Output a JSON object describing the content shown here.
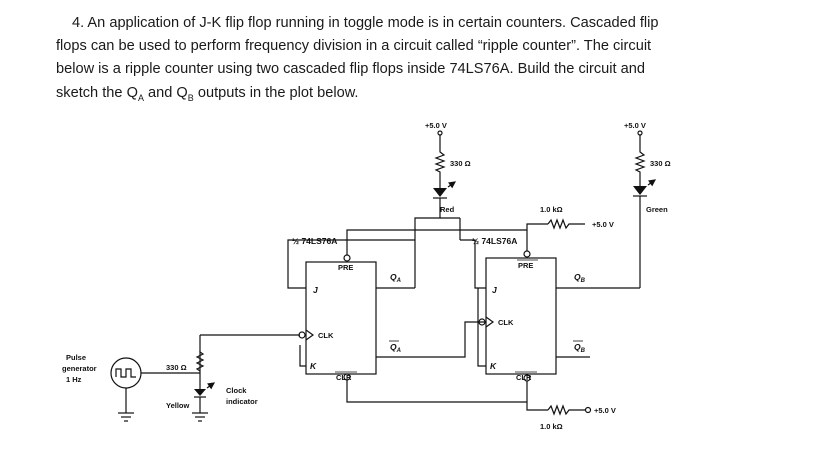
{
  "question": {
    "line1": "4. An application of J-K flip flop running in toggle mode is in certain counters. Cascaded flip",
    "line2": "flops can be used to perform frequency division in a circuit called “ripple counter”. The circuit",
    "line3": "below is a ripple counter using two cascaded flip flops inside 74LS76A. Build the circuit and",
    "line4_pre": "sketch the Q",
    "sub_a": "A",
    "line4_mid": " and Q",
    "sub_b": "B",
    "line4_post": " outputs in the plot below."
  },
  "circuit": {
    "pulse_gen_l1": "Pulse",
    "pulse_gen_l2": "generator",
    "pulse_gen_l3": "1 Hz",
    "r_clock": "330 Ω",
    "led_yellow": "Yellow",
    "clock_ind_l1": "Clock",
    "clock_ind_l2": "indicator",
    "ff1_title": "½ 74LS76A",
    "ff2_title": "½ 74LS76A",
    "pin_pre": "PRE",
    "pin_clr": "CLR",
    "pin_j": "J",
    "pin_k": "K",
    "pin_clk": "CLK",
    "out_qa": "Q",
    "out_qa_sub": "A",
    "out_qb": "Q",
    "out_qb_sub": "B",
    "vcc_a": "+5.0 V",
    "vcc_b": "+5.0 V",
    "r_red": "330 Ω",
    "r_green": "330 Ω",
    "led_red": "Red",
    "led_green": "Green",
    "r_pre": "1.0 kΩ",
    "r_pre_v": "+5.0 V",
    "r_clr": "1.0 kΩ",
    "r_clr_v": "+5.0 V"
  }
}
